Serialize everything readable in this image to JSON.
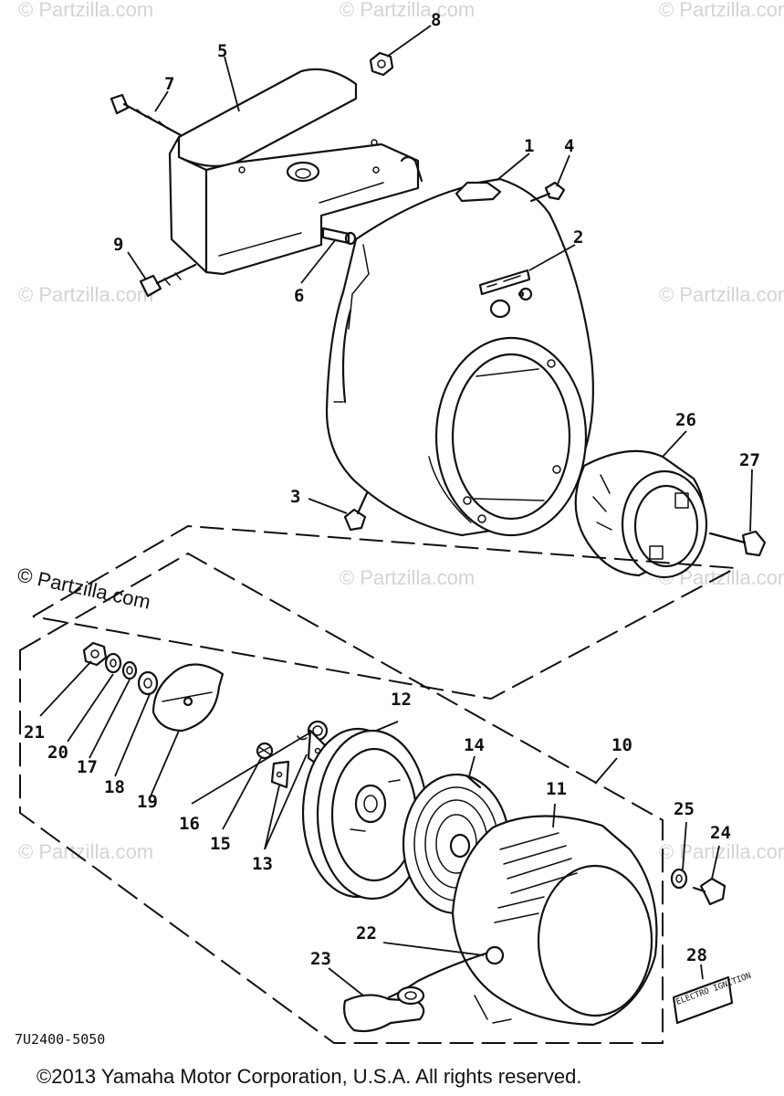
{
  "watermark": "© Partzilla.com",
  "diagram_code": "7U2400-5050",
  "copyright": "©2013  Yamaha Motor Corporation, U.S.A. All rights reserved.",
  "decal_text": "ELECTRO IGNITION",
  "callouts": [
    "1",
    "2",
    "3",
    "4",
    "5",
    "6",
    "7",
    "8",
    "9",
    "10",
    "11",
    "12",
    "13",
    "14",
    "15",
    "16",
    "17",
    "18",
    "19",
    "20",
    "21",
    "22",
    "23",
    "24",
    "25",
    "26",
    "27",
    "28"
  ]
}
